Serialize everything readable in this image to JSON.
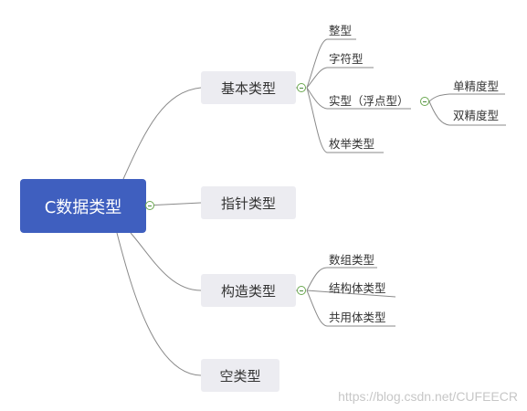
{
  "root": {
    "label": "C数据类型"
  },
  "branches": {
    "basic": {
      "label": "基本类型",
      "children": {
        "integer": "整型",
        "char": "字符型",
        "real": {
          "label": "实型（浮点型）",
          "children": {
            "single": "单精度型",
            "double": "双精度型"
          }
        },
        "enum": "枚举类型"
      }
    },
    "pointer": {
      "label": "指针类型"
    },
    "constructed": {
      "label": "构造类型",
      "children": {
        "array": "数组类型",
        "struct": "结构体类型",
        "union": "共用体类型"
      }
    },
    "void": {
      "label": "空类型"
    }
  },
  "watermark": "https://blog.csdn.net/CUFEECR",
  "colors": {
    "root_fill": "#3f5fbf",
    "branch_fill": "#ececf1",
    "connector": "#888888",
    "collapse_toggle": "#6aa84f"
  }
}
